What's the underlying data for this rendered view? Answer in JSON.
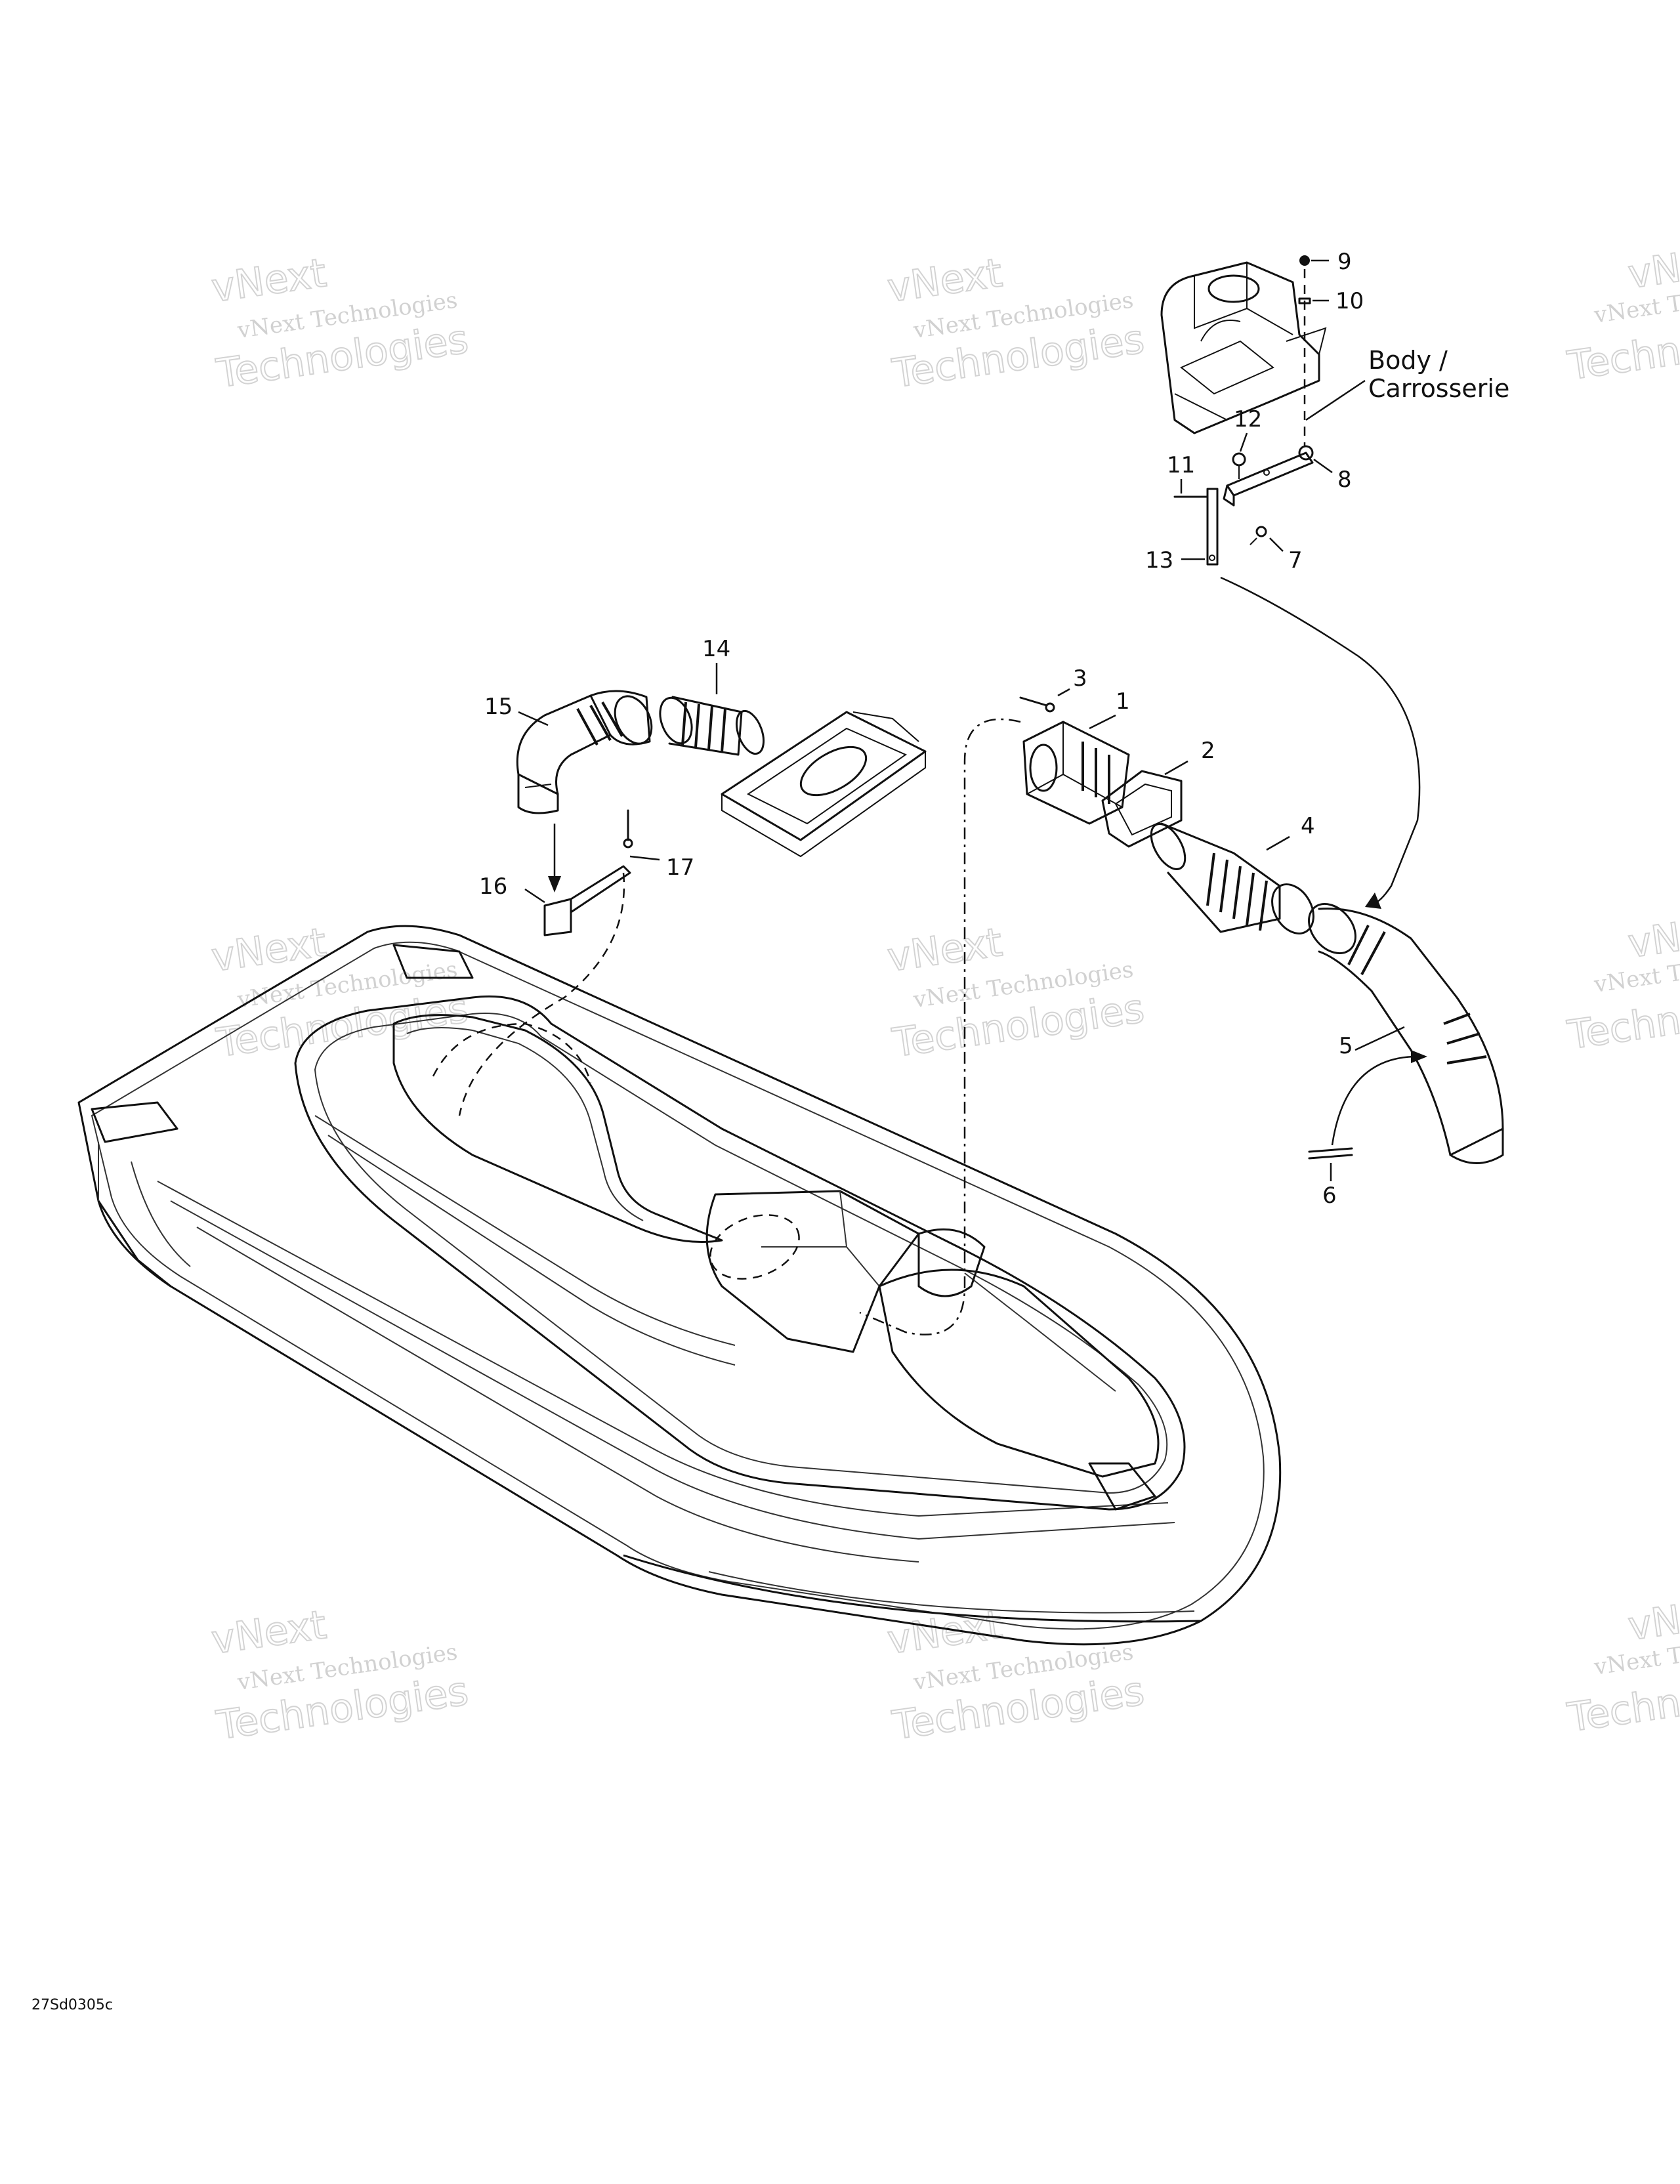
{
  "diagram": {
    "callouts": [
      {
        "id": "c1",
        "text": "1"
      },
      {
        "id": "c2",
        "text": "2"
      },
      {
        "id": "c3",
        "text": "3"
      },
      {
        "id": "c4",
        "text": "4"
      },
      {
        "id": "c5",
        "text": "5"
      },
      {
        "id": "c6",
        "text": "6"
      },
      {
        "id": "c7",
        "text": "7"
      },
      {
        "id": "c8",
        "text": "8"
      },
      {
        "id": "c9",
        "text": "9"
      },
      {
        "id": "c10",
        "text": "10"
      },
      {
        "id": "c11",
        "text": "11"
      },
      {
        "id": "c12",
        "text": "12"
      },
      {
        "id": "c13",
        "text": "13"
      },
      {
        "id": "c14",
        "text": "14"
      },
      {
        "id": "c15",
        "text": "15"
      },
      {
        "id": "c16",
        "text": "16"
      },
      {
        "id": "c17",
        "text": "17"
      }
    ],
    "body_label_line1": "Body /",
    "body_label_line2": "Carrosserie",
    "drawing_code": "27Sd0305c"
  },
  "watermark": {
    "line1": "vNext Technologies",
    "line2": "Technologies",
    "line3": "vNext",
    "edge_line1": "vNext Te",
    "edge_line2": "Techn",
    "edge_line3": "vN"
  }
}
